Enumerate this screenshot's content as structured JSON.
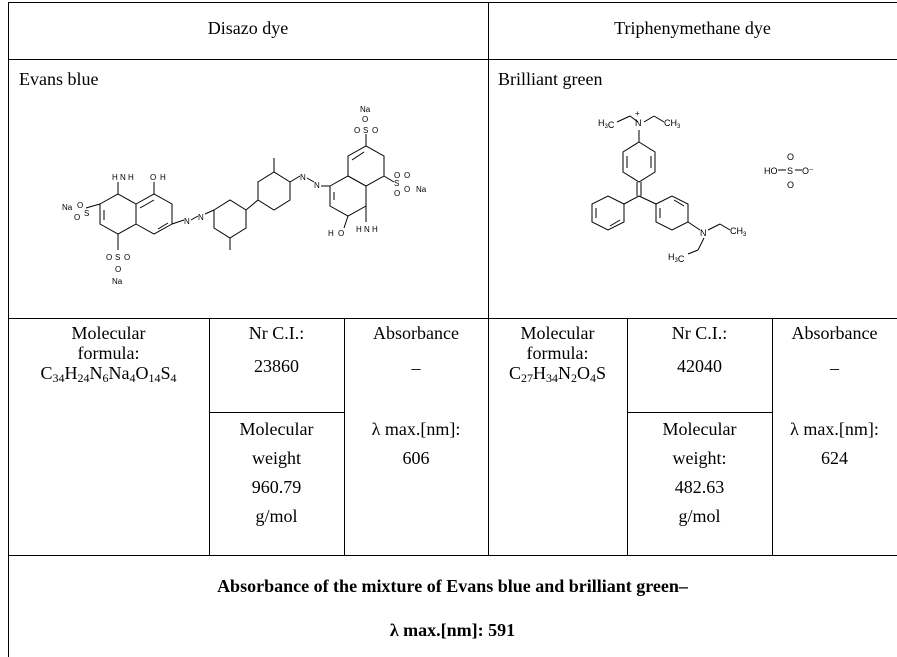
{
  "headers": {
    "left": "Disazo dye",
    "right": "Triphenymethane dye"
  },
  "dyes": {
    "left": {
      "name": "Evans blue",
      "formula_label": [
        "Molecular",
        "formula:"
      ],
      "formula": "C34H24N6Na4O14S4",
      "ci_label": "Nr C.I.:",
      "ci_value": "23860",
      "weight_lines": [
        "Molecular",
        "weight",
        "960.79",
        "g/mol"
      ],
      "abs_label": "Absorbance",
      "abs_dash": "–",
      "lambda_label": "λ max.[nm]:",
      "lambda_value": "606",
      "structure_atoms": {
        "na": "Na",
        "o": "O",
        "s": "S",
        "h": "H",
        "n": "N"
      }
    },
    "right": {
      "name": "Brilliant green",
      "formula_label": [
        "Molecular",
        "formula:"
      ],
      "formula": "C27H34N2O4S",
      "ci_label": "Nr C.I.:",
      "ci_value": "42040",
      "weight_lines": [
        "Molecular",
        "weight:",
        "482.63",
        "g/mol"
      ],
      "abs_label": "Absorbance",
      "abs_dash": "–",
      "lambda_label": "λ max.[nm]:",
      "lambda_value": "624",
      "structure_atoms": {
        "h3c": "H3C",
        "ch3": "CH3",
        "n": "N",
        "plus": "+",
        "ho": "HO",
        "s": "S",
        "o": "O",
        "ominus": "O⁻"
      }
    }
  },
  "mixture": {
    "line1": "Absorbance of the mixture of Evans blue and brilliant green–",
    "line2": "λ max.[nm]: 591"
  }
}
